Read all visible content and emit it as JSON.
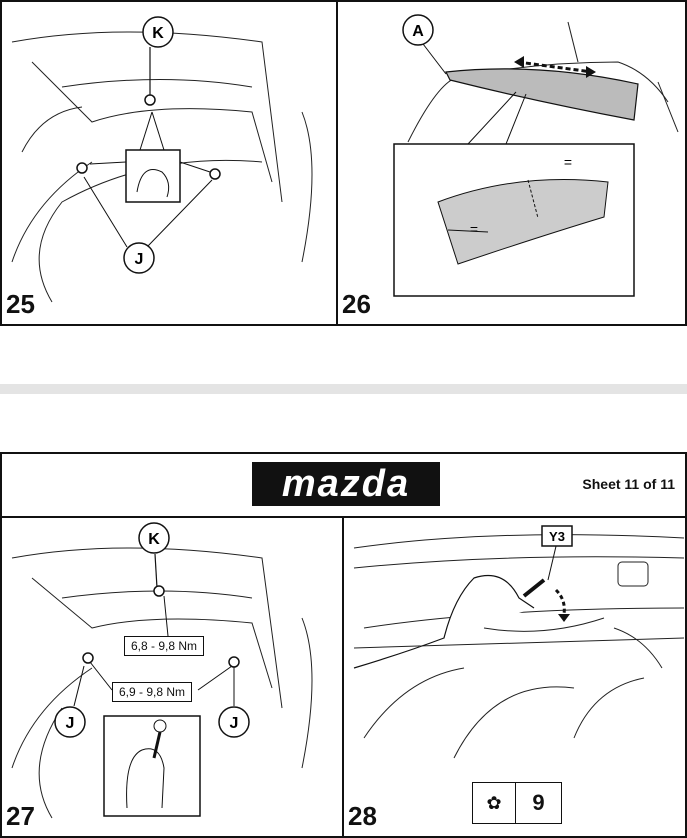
{
  "header": {
    "logo_text": "mazda",
    "sheet_label": "Sheet 11 of 11"
  },
  "panels": [
    {
      "step": "25",
      "labels": {
        "k": "K",
        "j": "J"
      }
    },
    {
      "step": "26",
      "labels": {
        "a": "A",
        "equal_top": "=",
        "equal_bottom": "="
      }
    },
    {
      "step": "27",
      "labels": {
        "k": "K",
        "j_left": "J",
        "j_right": "J"
      },
      "torque": {
        "top": "6,8 - 9,8 Nm",
        "bottom": "6,9 - 9,8 Nm"
      }
    },
    {
      "step": "28",
      "labels": {
        "y3": "Y3",
        "count": "9"
      }
    }
  ],
  "colors": {
    "line": "#111111",
    "separator": "#e4e4e4",
    "logo_bg": "#111111"
  }
}
